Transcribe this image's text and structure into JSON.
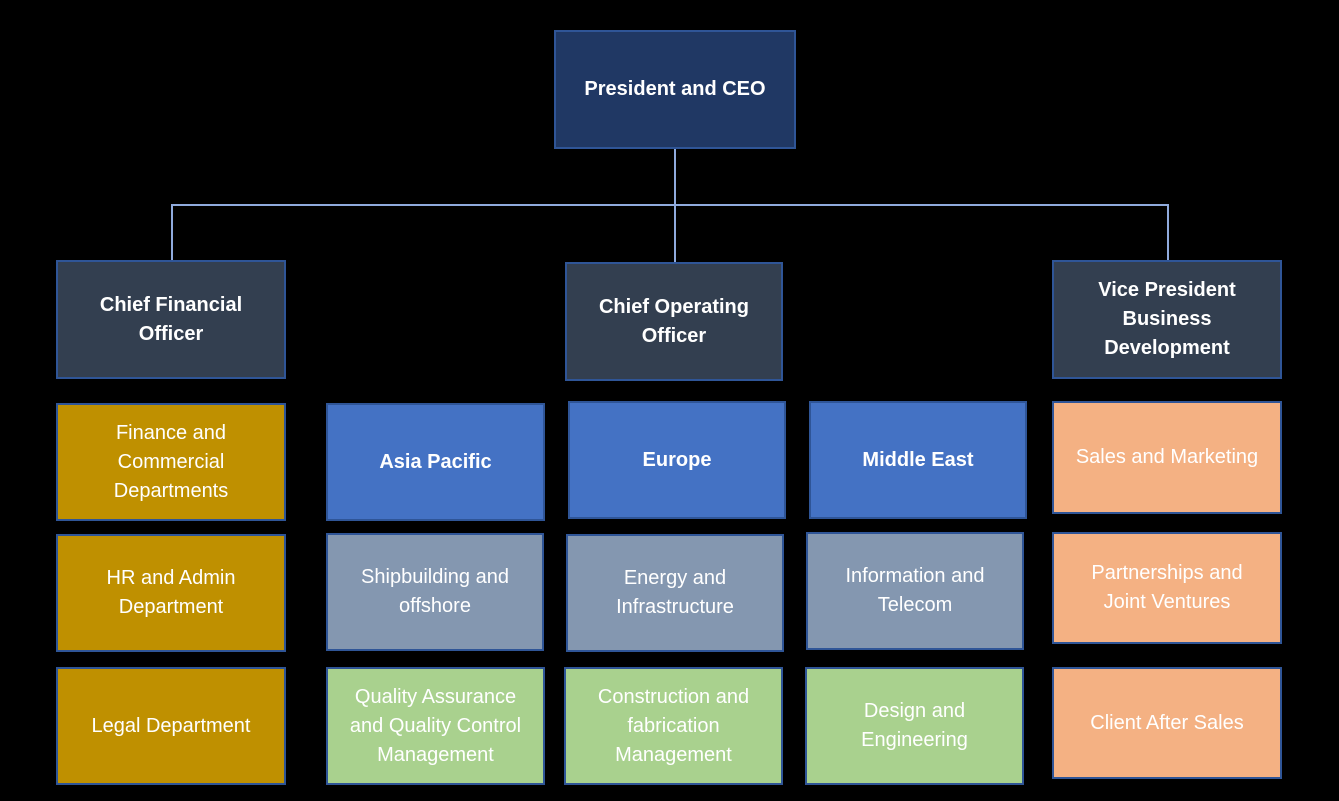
{
  "chart": {
    "ceo": "President and CEO",
    "executives": {
      "cfo": "Chief Financial\nOfficer",
      "coo": "Chief Operating\nOfficer",
      "vp": "Vice President\nBusiness\nDevelopment"
    },
    "cfo_departments": [
      "Finance and\nCommercial\nDepartments",
      "HR and Admin\nDepartment",
      "Legal Department"
    ],
    "regions": [
      "Asia Pacific",
      "Europe",
      "Middle East"
    ],
    "sector_units": [
      "Shipbuilding and\noffshore",
      "Energy and\nInfrastructure",
      "Information  and\nTelecom"
    ],
    "management_units": [
      "Quality Assurance\nand Quality Control\nManagement",
      "Construction and\nfabrication\nManagement",
      "Design and\nEngineering"
    ],
    "vp_departments": [
      "Sales and Marketing",
      "Partnerships and\nJoint Ventures",
      "Client After Sales"
    ]
  },
  "colors": {
    "background": "#000000",
    "ceo_fill": "#203864",
    "exec_fill": "#333f50",
    "cfo_dept_fill": "#bf9000",
    "region_fill": "#4472c4",
    "sector_fill": "#8497b0",
    "management_fill": "#a9d18e",
    "vp_dept_fill": "#f4b183",
    "connector": "#8faadc",
    "border": "#2f5597"
  }
}
